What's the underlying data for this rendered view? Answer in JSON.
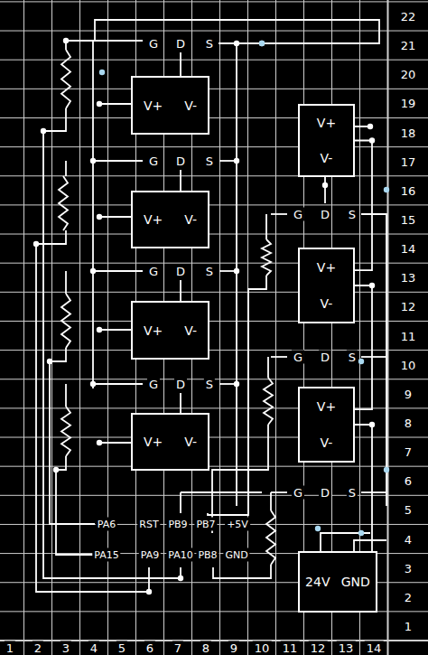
{
  "diagram": {
    "nodes": [
      {
        "text": [
          "V+",
          "V-"
        ]
      },
      {
        "text": [
          "V+",
          "V-"
        ]
      },
      {
        "text": [
          "V+",
          "V-"
        ]
      },
      {
        "text": [
          "V+",
          "V-"
        ]
      },
      {
        "text": [
          "V+",
          "V-"
        ]
      },
      {
        "text": [
          "V+",
          "V-"
        ]
      },
      {
        "text": [
          "V+",
          "V-"
        ]
      },
      {
        "text": [
          "24V",
          "GND"
        ]
      }
    ],
    "edges": [
      {
        "from": 7,
        "to": 5,
        "arrow": "none"
      },
      {
        "from": 5,
        "to": 3,
        "arrow": "none"
      },
      {
        "from": 3,
        "to": 1,
        "arrow": "none"
      }
    ],
    "labels": [
      "G",
      "D",
      "S",
      "G",
      "D",
      "S",
      "G",
      "D",
      "S",
      "G",
      "D",
      "S",
      "G",
      "D",
      "S",
      "G",
      "D",
      "S",
      "G",
      "D",
      "S",
      "PA6",
      "RST",
      "PB9",
      "PB7",
      "+5V",
      "PA15",
      "PA9",
      "PA10",
      "PB8",
      "GND",
      "22",
      "21",
      "20",
      "19",
      "18",
      "17",
      "16",
      "15",
      "14",
      "13",
      "12",
      "11",
      "10",
      "9",
      "8",
      "7",
      "6",
      "5",
      "4",
      "3",
      "2",
      "1",
      "1",
      "2",
      "3",
      "4",
      "5",
      "6",
      "7",
      "8",
      "9",
      "10",
      "11",
      "12",
      "13",
      "14"
    ]
  }
}
